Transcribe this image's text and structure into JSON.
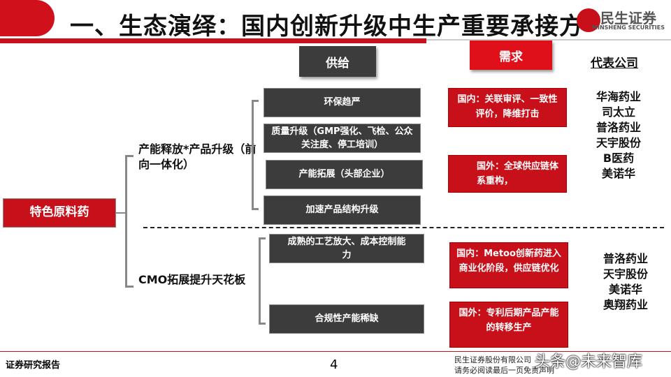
{
  "header": {
    "title": "一、生态演绎：国内创新升级中生产重要承接方",
    "logo_cn": "民生证券",
    "logo_en": "MINSHENG SECURITIES"
  },
  "columns": {
    "supply": "供给",
    "demand": "需求",
    "companies": "代表公司"
  },
  "root": "特色原料药",
  "branches": [
    {
      "label": "产能释放*产品升级（前向一体化）",
      "supply": [
        "环保趋严",
        "质量升级（GMP强化、飞检、公众关注度、停工培训）",
        "产能拓展（头部企业）",
        "加速产品结构升级"
      ],
      "demand": [
        "国内：关联审评、一致性评价，降维打击",
        "国外：全球供应链体系重构，"
      ],
      "companies": [
        "华海药业",
        "司太立",
        "普洛药业",
        "天宇股份",
        "B医药",
        "美诺华"
      ]
    },
    {
      "label": "CMO拓展提升天花板",
      "supply": [
        "成熟的工艺放大、成本控制能力",
        "合规性产能稀缺"
      ],
      "demand": [
        "国内：Metoo创新药进入商业化阶段，供应链优化",
        "国外：专利后期产品产能的转移生产"
      ],
      "companies": [
        "普洛药业",
        "天宇股份",
        "美诺华",
        "奥翔药业"
      ]
    }
  ],
  "footer": {
    "left": "证券研究报告",
    "page": "4",
    "right1": "民生证券股份有限公司",
    "right2": "请务必阅读最后一页免责声明",
    "watermark": "头条@未来智库"
  },
  "colors": {
    "accent": "#c8101a",
    "box": "#3c3c3c"
  }
}
